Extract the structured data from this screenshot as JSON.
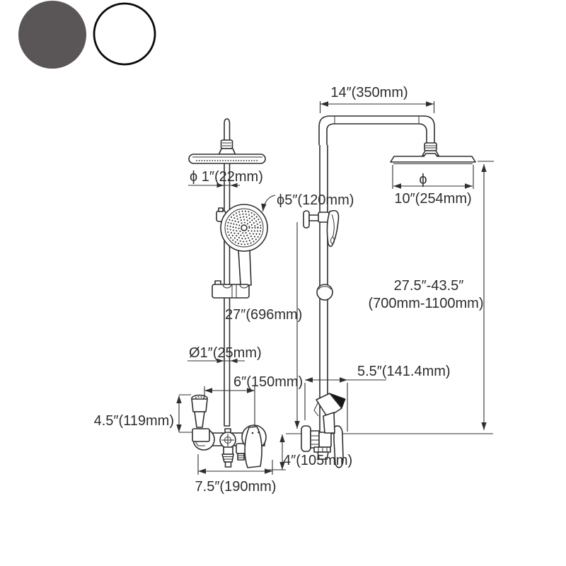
{
  "product_view": {
    "type": "shower-system-dimension-diagram",
    "views": [
      "front-view",
      "side-view"
    ]
  },
  "color_swatches": [
    {
      "name": "dark-gray",
      "hex": "#5a5556",
      "outlined": false
    },
    {
      "name": "white",
      "hex": "#ffffff",
      "outline_color": "#0a0a0a",
      "outlined": true
    }
  ],
  "diagram": {
    "line_color": "#2f2f2f",
    "text_color": "#2d2d2d",
    "labels": {
      "top_width": "14″(350mm)",
      "head_pipe_diameter": "ϕ 1″(22mm)",
      "handshower_diameter": "ϕ5″(120mm)",
      "rainhead_diameter_symbol": "ϕ",
      "rainhead_diameter": "10″(254mm)",
      "height_range_inches": "27.5″-43.5″",
      "height_range_mm": "(700mm-1100mm)",
      "riser_length": "27″(696mm)",
      "riser_diameter": "Ø1″(25mm)",
      "spout_width": "6″(150mm)",
      "wall_distance": "5.5″(141.4mm)",
      "sprayer_height": "4.5″(119mm)",
      "valve_height": "4″(105mm)",
      "valve_width": "7.5″(190mm)"
    }
  }
}
